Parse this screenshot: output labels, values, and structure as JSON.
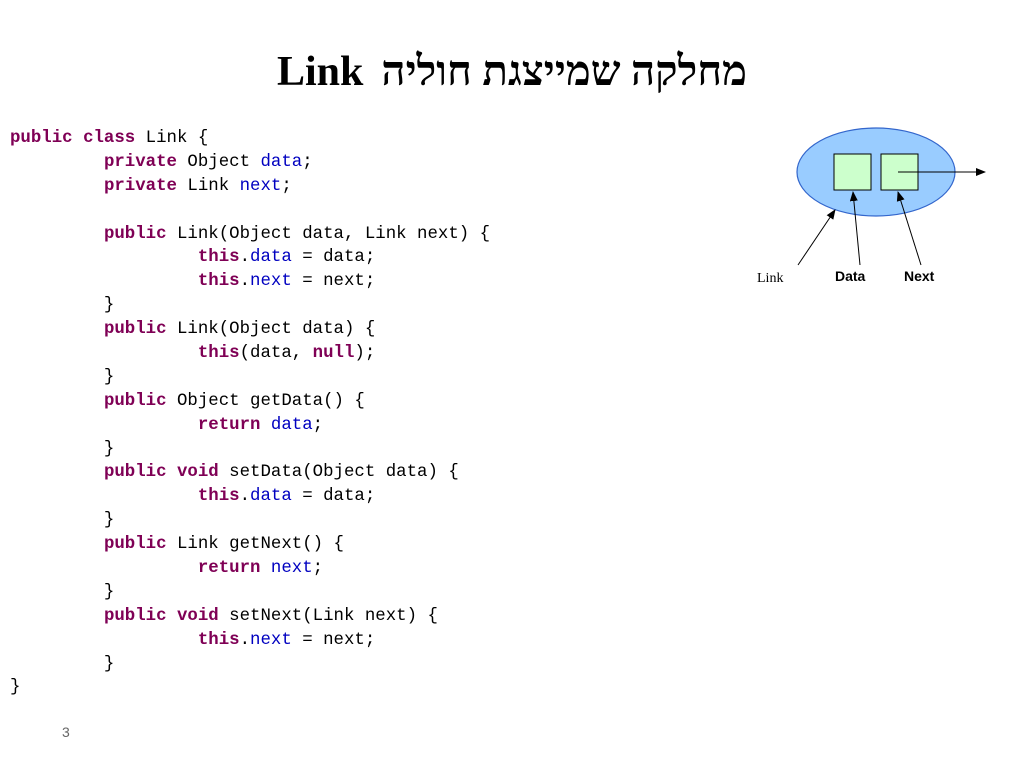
{
  "title": {
    "latin": "Link",
    "hebrew": "מחלקה שמייצגת חוליה"
  },
  "code": [
    [
      {
        "t": "public",
        "c": "kw"
      },
      {
        "t": " "
      },
      {
        "t": "class",
        "c": "kw"
      },
      {
        "t": " Link {"
      }
    ],
    [
      {
        "t": "         "
      },
      {
        "t": "private",
        "c": "kw"
      },
      {
        "t": " Object "
      },
      {
        "t": "data",
        "c": "fld"
      },
      {
        "t": ";"
      }
    ],
    [
      {
        "t": "         "
      },
      {
        "t": "private",
        "c": "kw"
      },
      {
        "t": " Link "
      },
      {
        "t": "next",
        "c": "fld"
      },
      {
        "t": ";"
      }
    ],
    [],
    [
      {
        "t": "         "
      },
      {
        "t": "public",
        "c": "kw"
      },
      {
        "t": " Link(Object data, Link next) {"
      }
    ],
    [
      {
        "t": "                  "
      },
      {
        "t": "this",
        "c": "kw"
      },
      {
        "t": "."
      },
      {
        "t": "data",
        "c": "fld"
      },
      {
        "t": " = data;"
      }
    ],
    [
      {
        "t": "                  "
      },
      {
        "t": "this",
        "c": "kw"
      },
      {
        "t": "."
      },
      {
        "t": "next",
        "c": "fld"
      },
      {
        "t": " = next;"
      }
    ],
    [
      {
        "t": "         }"
      }
    ],
    [
      {
        "t": "         "
      },
      {
        "t": "public",
        "c": "kw"
      },
      {
        "t": " Link(Object data) {"
      }
    ],
    [
      {
        "t": "                  "
      },
      {
        "t": "this",
        "c": "kw"
      },
      {
        "t": "(data, "
      },
      {
        "t": "null",
        "c": "kw"
      },
      {
        "t": ");"
      }
    ],
    [
      {
        "t": "         }"
      }
    ],
    [
      {
        "t": "         "
      },
      {
        "t": "public",
        "c": "kw"
      },
      {
        "t": " Object getData() {"
      }
    ],
    [
      {
        "t": "                  "
      },
      {
        "t": "return",
        "c": "kw"
      },
      {
        "t": " "
      },
      {
        "t": "data",
        "c": "fld"
      },
      {
        "t": ";"
      }
    ],
    [
      {
        "t": "         }"
      }
    ],
    [
      {
        "t": "         "
      },
      {
        "t": "public",
        "c": "kw"
      },
      {
        "t": " "
      },
      {
        "t": "void",
        "c": "kw"
      },
      {
        "t": " setData(Object data) {"
      }
    ],
    [
      {
        "t": "                  "
      },
      {
        "t": "this",
        "c": "kw"
      },
      {
        "t": "."
      },
      {
        "t": "data",
        "c": "fld"
      },
      {
        "t": " = data;"
      }
    ],
    [
      {
        "t": "         }"
      }
    ],
    [
      {
        "t": "         "
      },
      {
        "t": "public",
        "c": "kw"
      },
      {
        "t": " Link getNext() {"
      }
    ],
    [
      {
        "t": "                  "
      },
      {
        "t": "return",
        "c": "kw"
      },
      {
        "t": " "
      },
      {
        "t": "next",
        "c": "fld"
      },
      {
        "t": ";"
      }
    ],
    [
      {
        "t": "         }"
      }
    ],
    [
      {
        "t": "         "
      },
      {
        "t": "public",
        "c": "kw"
      },
      {
        "t": " "
      },
      {
        "t": "void",
        "c": "kw"
      },
      {
        "t": " setNext(Link next) {"
      }
    ],
    [
      {
        "t": "                  "
      },
      {
        "t": "this",
        "c": "kw"
      },
      {
        "t": "."
      },
      {
        "t": "next",
        "c": "fld"
      },
      {
        "t": " = next;"
      }
    ],
    [
      {
        "t": "         }"
      }
    ],
    [
      {
        "t": "}"
      }
    ]
  ],
  "diagram": {
    "labels": {
      "link": "Link",
      "data": "Data",
      "next": "Next"
    },
    "colors": {
      "ellipse_fill": "#99ccff",
      "ellipse_stroke": "#3366cc",
      "box_fill": "#ccffcc",
      "box_stroke": "#000000"
    }
  },
  "page_number": "3"
}
